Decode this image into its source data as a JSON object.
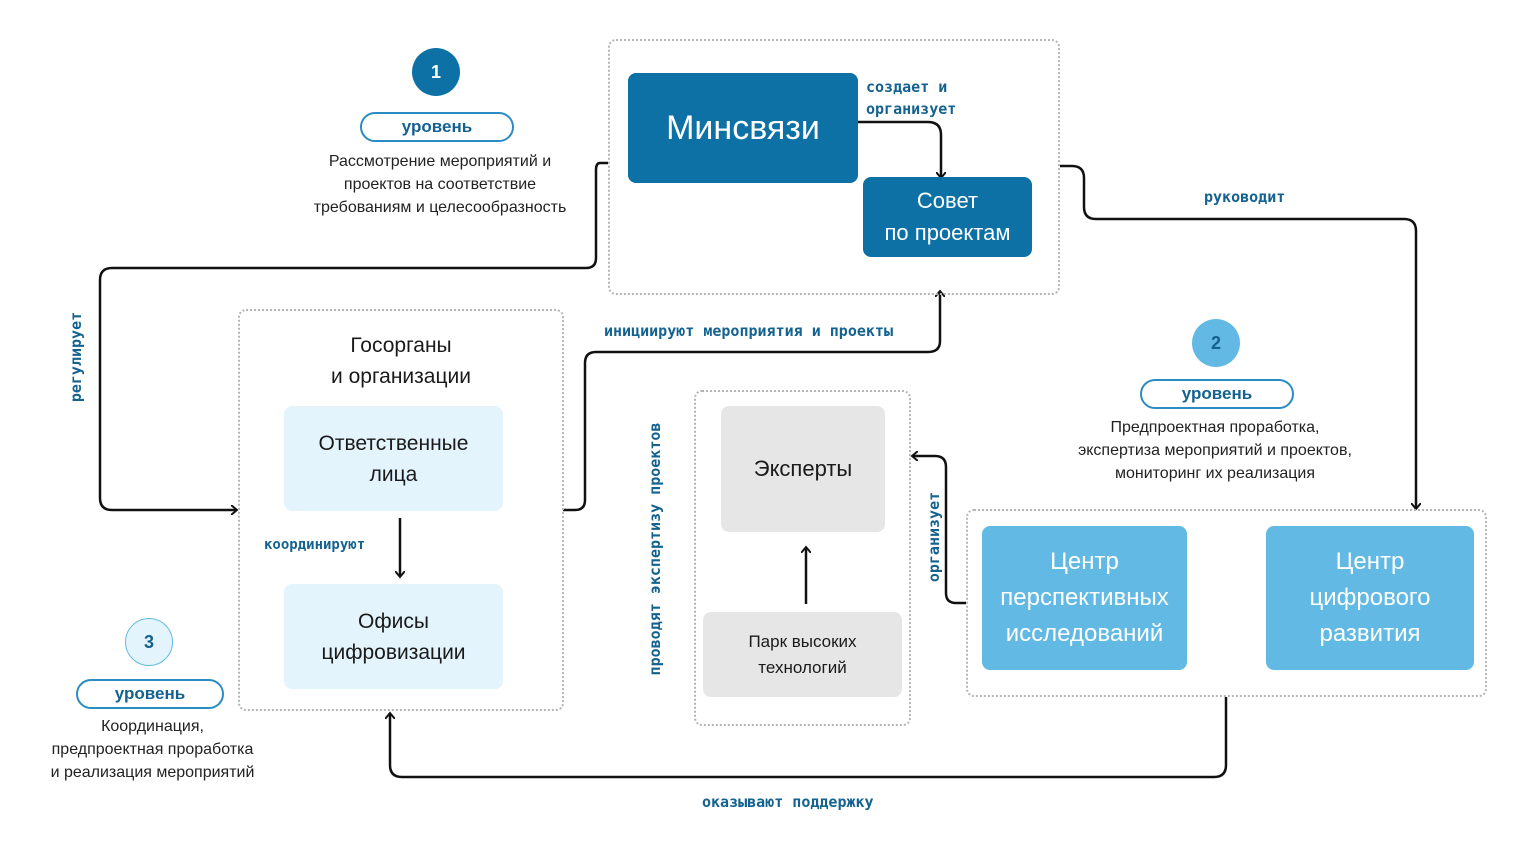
{
  "levels": [
    {
      "number": "1",
      "label": "уровень",
      "description": "Рассмотрение мероприятий и\nпроектов на соответствие\nтребованиям и целесообразность"
    },
    {
      "number": "2",
      "label": "уровень",
      "description": "Предпроектная проработка,\nэкспертиза мероприятий и проектов,\nмониторинг их реализация"
    },
    {
      "number": "3",
      "label": "уровень",
      "description": "Координация,\nпредпроектная проработка\nи реализация мероприятий"
    }
  ],
  "nodes": {
    "minsvyazi": "Минсвязи",
    "council": "Совет\nпо проектам",
    "gov_group_title": "Госорганы\nи организации",
    "responsible": "Ответственные\nлица",
    "offices": "Офисы\nцифровизации",
    "experts": "Эксперты",
    "hitech_park": "Парк высоких\nтехнологий",
    "center_research": "Центр\nперспективных\nисследований",
    "center_digital": "Центр\nцифрового\nразвития"
  },
  "edges": {
    "creates_organizes": "создает и\nорганизует",
    "leads": "руководит",
    "regulates": "регулирует",
    "initiate": "инициируют мероприятия и проекты",
    "coordinate": "координируют",
    "conduct_expertise": "проводят экспертизу проектов",
    "organizes": "организует",
    "support": "оказывают поддержку"
  },
  "colors": {
    "dark_blue": "#0d71a6",
    "light_blue": "#62bae4",
    "pale_blue": "#e4f4fd",
    "grey": "#e6e6e6",
    "label_blue": "#14628f"
  }
}
